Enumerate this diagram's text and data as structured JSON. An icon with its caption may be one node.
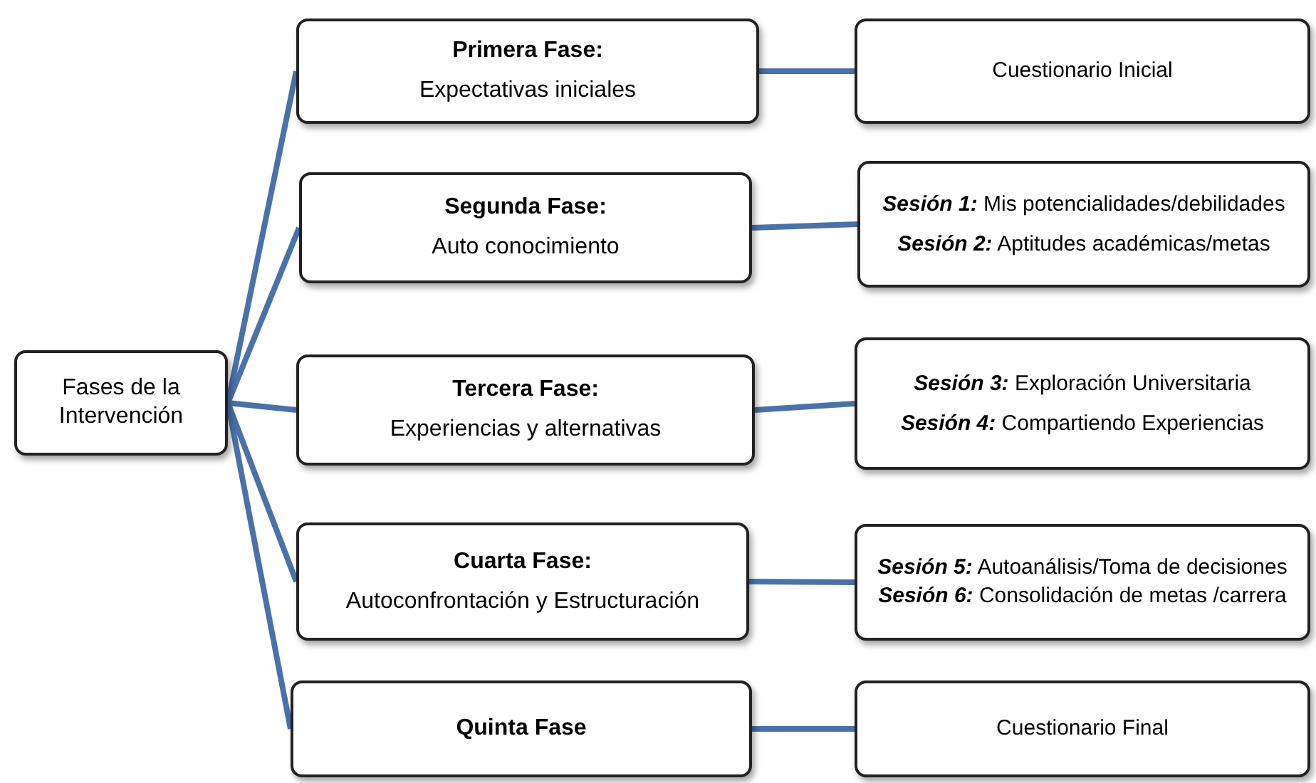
{
  "diagram": {
    "nodes": [
      {
        "text": [
          "Fases de la Intervención"
        ]
      },
      {
        "text": [
          "Primera Fase:",
          "Expectativas iniciales"
        ]
      },
      {
        "text": [
          "Segunda Fase:",
          "Auto conocimiento"
        ]
      },
      {
        "text": [
          "Tercera Fase:",
          "Experiencias y alternativas"
        ]
      },
      {
        "text": [
          "Cuarta Fase:",
          "Autoconfrontación y Estructuración"
        ]
      },
      {
        "text": [
          "Quinta Fase"
        ]
      },
      {
        "text": [
          "Cuestionario Inicial"
        ]
      },
      {
        "text": [
          "**Sesión 1:** Mis potencialidades/debilidades",
          "**Sesión 2:** Aptitudes académicas/metas"
        ]
      },
      {
        "text": [
          "**Sesión 3:** Exploración Universitaria",
          "**Sesión 4:** Compartiendo Experiencias"
        ]
      },
      {
        "text": [
          "**Sesión 5:** Autoanálisis/Toma de decisiones **Sesión 6:** Consolidación de metas /carrera"
        ]
      },
      {
        "text": [
          "Cuestionario Final"
        ]
      }
    ],
    "edges": [
      {
        "from": 0,
        "to": 1,
        "arrow": "none"
      },
      {
        "from": 0,
        "to": 2,
        "arrow": "none"
      },
      {
        "from": 0,
        "to": 3,
        "arrow": "none"
      },
      {
        "from": 0,
        "to": 4,
        "arrow": "none"
      },
      {
        "from": 0,
        "to": 5,
        "arrow": "none"
      },
      {
        "from": 1,
        "to": 6,
        "arrow": "none"
      },
      {
        "from": 2,
        "to": 7,
        "arrow": "none"
      },
      {
        "from": 3,
        "to": 8,
        "arrow": "none"
      },
      {
        "from": 4,
        "to": 9,
        "arrow": "none"
      },
      {
        "from": 5,
        "to": 10,
        "arrow": "none"
      }
    ]
  }
}
